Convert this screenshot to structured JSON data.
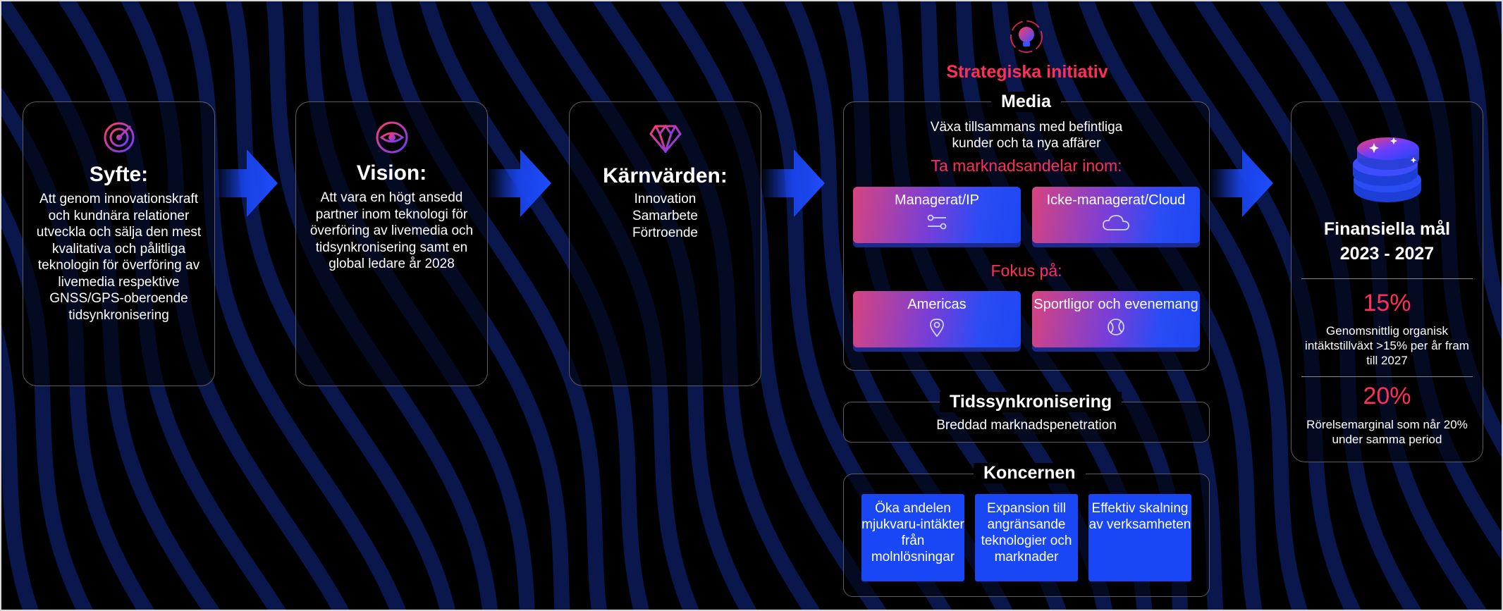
{
  "purpose": {
    "title": "Syfte:",
    "text": "Att genom innovationskraft och kundnära relationer utveckla och sälja den mest kvalitativa och pålitliga teknologin för överföring av livemedia respektive GNSS/GPS-oberoende tidsynkronisering"
  },
  "vision": {
    "title": "Vision:",
    "text": "Att vara en högt ansedd partner inom teknologi för överföring av livemedia och tidsynkronisering samt en global ledare år 2028"
  },
  "values": {
    "title": "Kärnvärden:",
    "items": [
      "Innovation",
      "Samarbete",
      "Förtroende"
    ]
  },
  "strategic": {
    "heading": "Strategiska initiativ",
    "media": {
      "title": "Media",
      "subtitle_line1": "Växa tillsammans med befintliga",
      "subtitle_line2": "kunder och ta nya affärer",
      "share_heading": "Ta marknadsandelar inom:",
      "share_tiles": [
        {
          "label": "Managerat/IP",
          "icon": "sliders-icon"
        },
        {
          "label": "Icke-managerat/Cloud",
          "icon": "cloud-icon"
        }
      ],
      "focus_heading": "Fokus på:",
      "focus_tiles": [
        {
          "label": "Americas",
          "icon": "location-pin-icon"
        },
        {
          "label": "Sportligor och evenemang",
          "icon": "ball-icon"
        }
      ]
    },
    "timesync": {
      "title": "Tidssynkronisering",
      "subtitle": "Breddad marknadspenetration"
    },
    "group": {
      "title": "Koncernen",
      "boxes": [
        "Öka andelen mjukvaru-intäkter från molnlösningar",
        "Expansion till angränsande teknologier och marknader",
        "Effektiv skalning av verksamheten"
      ]
    }
  },
  "financial": {
    "title_line1": "Finansiella mål",
    "title_line2": "2023 - 2027",
    "goals": [
      {
        "value": "15%",
        "text": "Genomsnittlig organisk intäktstillväxt >15% per år fram till 2027"
      },
      {
        "value": "20%",
        "text": "Rörelsemarginal som når 20% under samma period"
      }
    ]
  },
  "colors": {
    "accent_pink": "#ff2e5a",
    "tile_blue": "#1a47f5",
    "border_gray": "#5d5d66",
    "background": "#000000"
  }
}
